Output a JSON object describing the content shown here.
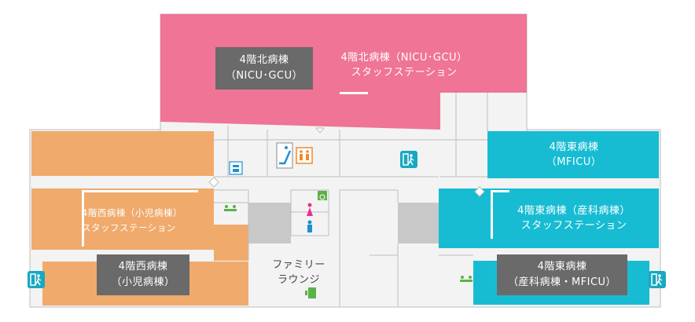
{
  "areas": {
    "north_ward_station": "4階北病棟（NICU･GCU）\nスタッフステーション",
    "east_ward": "4階東病棟\n（MFICU）",
    "east_ward_station": "4階東病棟（産科病棟）\nスタッフステーション",
    "west_ward_station": "4階西病棟（小児病棟）\nスタッフステーション",
    "family_lounge": "ファミリー\nラウンジ"
  },
  "tags": {
    "north_ward": "4階北病棟\n（NICU･GCU）",
    "west_ward": "4階西病棟\n（小児病棟）",
    "east_ward": "4階東病棟\n（産科病棟・MFICU）"
  },
  "icons": [
    "emergency-exit-icon",
    "elevator-icon",
    "escalator-icon",
    "restroom-icon",
    "wheelchair-icon",
    "phone-icon",
    "meeting-icon"
  ],
  "colors": {
    "north": "#ef7495",
    "east": "#17bcd3",
    "west": "#f0aa6c",
    "corridor": "#f2f2f2",
    "gray_room": "#c8c8c8",
    "tag": "#6a6a6a",
    "exit": "#19a8c0"
  }
}
